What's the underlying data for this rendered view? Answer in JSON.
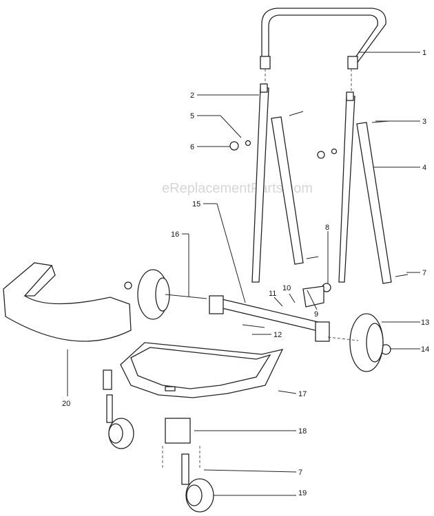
{
  "watermark": "eReplacementParts.com",
  "callouts": [
    "1",
    "2",
    "3",
    "4",
    "5",
    "6",
    "7",
    "8",
    "9",
    "10",
    "11",
    "12",
    "13",
    "14",
    "15",
    "16",
    "17",
    "18",
    "19",
    "20",
    "7"
  ]
}
